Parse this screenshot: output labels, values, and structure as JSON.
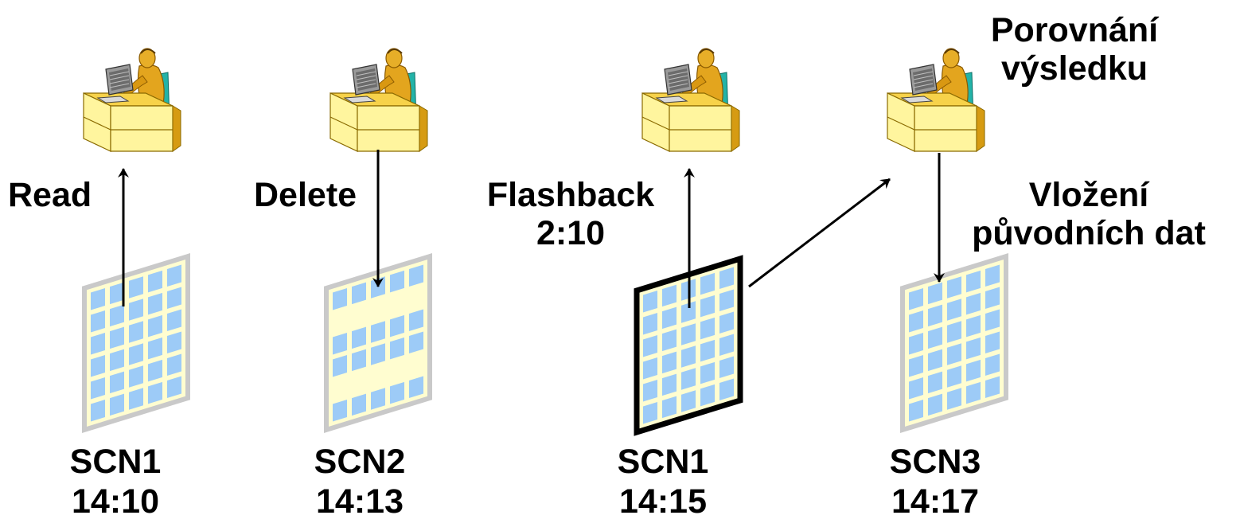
{
  "title": "",
  "top_right_label": {
    "line1": "Porovnání",
    "line2": "výsledku"
  },
  "actions": {
    "read": "Read",
    "delete": "Delete",
    "flashback": {
      "line1": "Flashback",
      "line2": "2:10"
    },
    "insert": {
      "line1": "Vložení",
      "line2": "původních dat"
    }
  },
  "tables": [
    {
      "scn": "SCN1",
      "time": "14:10"
    },
    {
      "scn": "SCN2",
      "time": "14:13"
    },
    {
      "scn": "SCN1",
      "time": "14:15"
    },
    {
      "scn": "SCN3",
      "time": "14:17"
    }
  ],
  "colors": {
    "desk_top": "#F7D24A",
    "desk_front": "#FFF59E",
    "desk_side": "#D69B12",
    "grid_frame": "#C9C9C9",
    "grid_bg": "#FFFDD0",
    "grid_cell": "#9DCBF7",
    "highlight_frame": "#000000"
  }
}
